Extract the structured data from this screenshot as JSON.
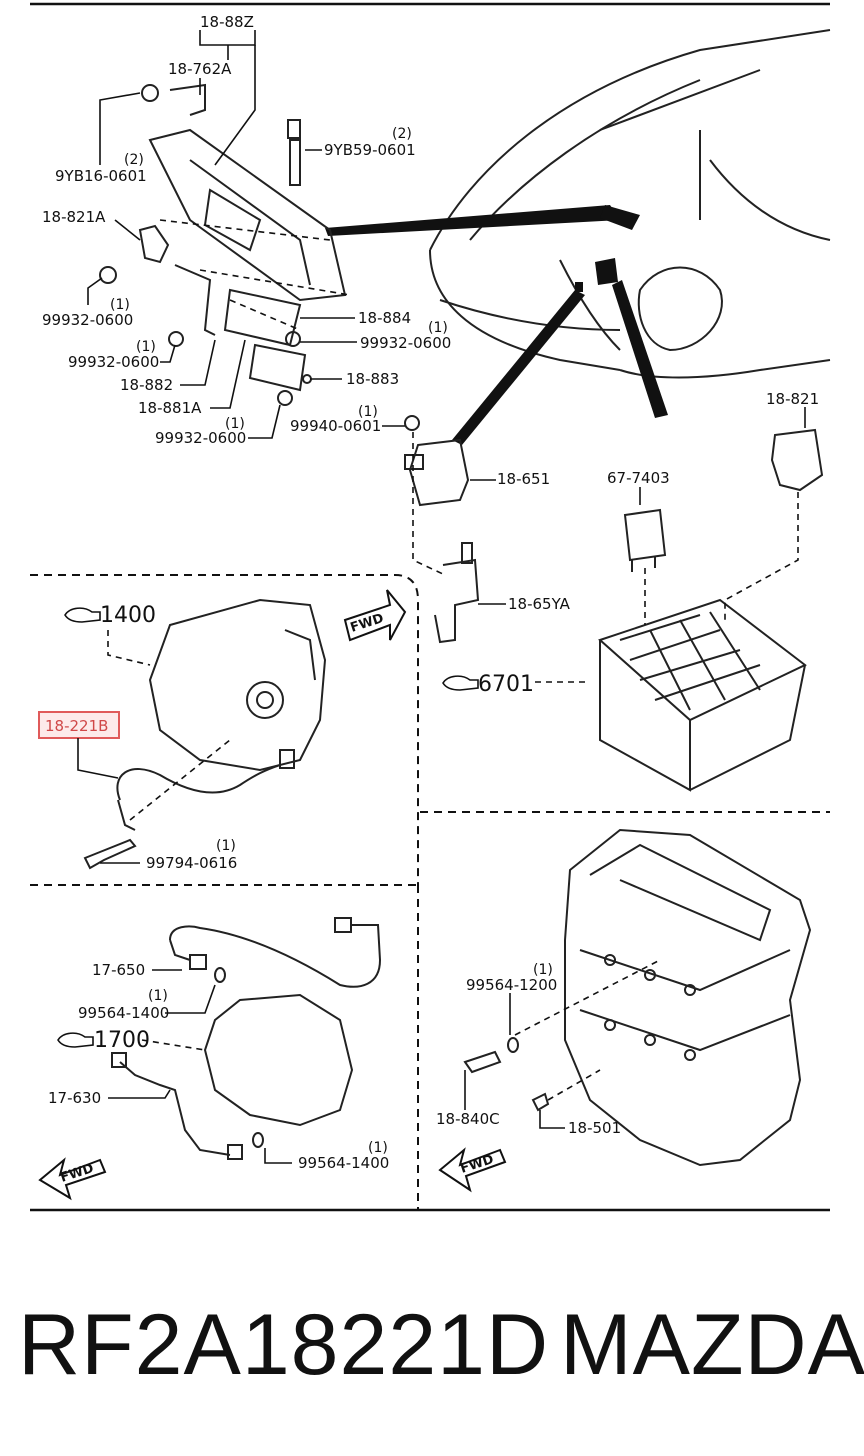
{
  "labels": {
    "l_1888z": "18-88Z",
    "l_18762a": "18-762A",
    "l_9yb16": "9YB16-0601",
    "l_9yb16_q": "(2)",
    "l_9yb59": "9YB59-0601",
    "l_9yb59_q": "(2)",
    "l_18821a": "18-821A",
    "l_99932_a": "99932-0600",
    "l_99932_a_q": "(1)",
    "l_99932_b": "99932-0600",
    "l_99932_b_q": "(1)",
    "l_18882": "18-882",
    "l_18881a": "18-881A",
    "l_99932_c": "99932-0600",
    "l_99932_c_q": "(1)",
    "l_18884": "18-884",
    "l_99932_d": "99932-0600",
    "l_99932_d_q": "(1)",
    "l_18883": "18-883",
    "l_99940": "99940-0601",
    "l_99940_q": "(1)",
    "l_18651": "18-651",
    "l_1865ya": "18-65YA",
    "l_677403": "67-7403",
    "l_18821": "18-821",
    "l_6701": "6701",
    "l_1400": "1400",
    "l_18221b": "18-221B",
    "l_99794": "99794-0616",
    "l_99794_q": "(1)",
    "l_17650": "17-650",
    "l_99564_a": "99564-1400",
    "l_99564_a_q": "(1)",
    "l_1700": "1700",
    "l_17630": "17-630",
    "l_99564_b": "99564-1400",
    "l_99564_b_q": "(1)",
    "l_99564_c": "99564-1200",
    "l_99564_c_q": "(1)",
    "l_18840c": "18-840C",
    "l_18501": "18-501",
    "fwd": "FWD"
  },
  "caption": {
    "part_number": "RF2A18221D",
    "brand": "MAZDA"
  },
  "colors": {
    "highlight_box": "#e05a5a",
    "highlight_fill": "#fdeaea",
    "ink": "#111111"
  },
  "icons": {
    "reference_marker": "pointing-hand-icon",
    "direction_marker": "fwd-arrow-icon"
  }
}
